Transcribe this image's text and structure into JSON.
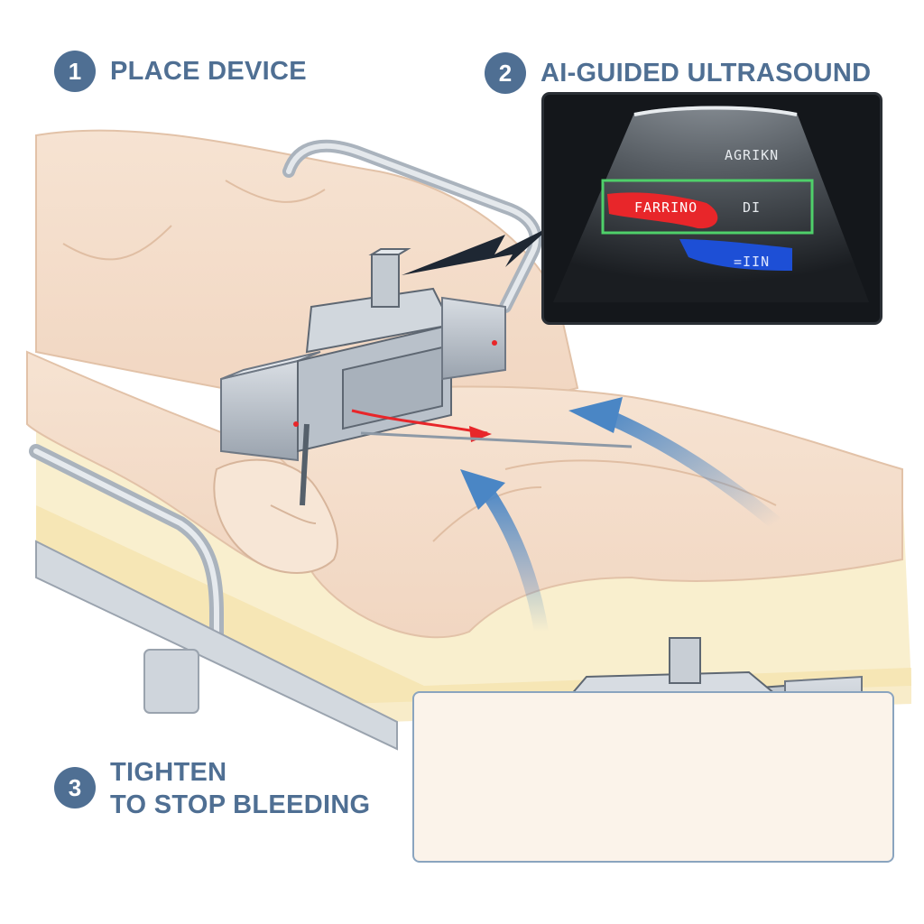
{
  "steps": [
    {
      "number": "1",
      "title": "PLACE DEVICE"
    },
    {
      "number": "2",
      "title": "AI-GUIDED ULTRASOUND"
    },
    {
      "number": "3",
      "title_line1": "TIGHTEN",
      "title_line2": "TO STOP BLEEDING"
    }
  ],
  "ultrasound": {
    "top_label": "AGRIKN",
    "artery_label": "FARRINO",
    "box_label": "DI",
    "vein_label": "=IIN"
  },
  "colors": {
    "heading": "#4f6f93",
    "artery": "#e8262a",
    "vein": "#1d4fd6",
    "roi_box": "#4fd06a",
    "flow_arrow": "#4a86c5"
  }
}
